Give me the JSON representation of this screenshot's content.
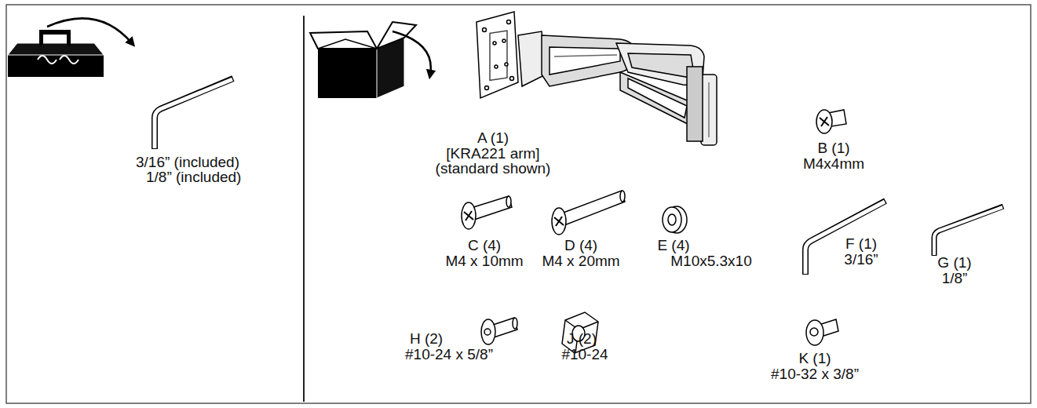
{
  "diagram": {
    "labels": [
      "3/16” (included)",
      "1/8” (included)",
      "A (1)",
      "[KRA221 arm]",
      "(standard shown)",
      "B (1)",
      "M4x4mm",
      "C (4)",
      "M4 x 10mm",
      "D (4)",
      "M4 x 20mm",
      "E (4)",
      "M10x5.3x10",
      "F (1)",
      "3/16”",
      "G (1)",
      "1/8”",
      "H (2)",
      "#10-24 x 5/8”",
      "J (2)",
      "#10-24",
      "K (1)",
      "#10-32 x 3/8”"
    ]
  }
}
